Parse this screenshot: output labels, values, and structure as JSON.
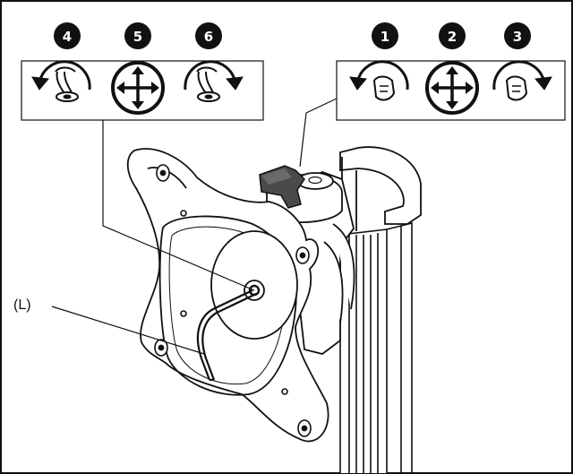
{
  "figure": {
    "callout_label": "(L)",
    "steps_left": [
      {
        "number": "4",
        "icon": "rotate-ccw-loosen-icon"
      },
      {
        "number": "5",
        "icon": "move-arrows-icon"
      },
      {
        "number": "6",
        "icon": "rotate-cw-tighten-icon"
      }
    ],
    "steps_right": [
      {
        "number": "1",
        "icon": "rotate-ccw-hand-icon"
      },
      {
        "number": "2",
        "icon": "move-arrows-icon"
      },
      {
        "number": "3",
        "icon": "rotate-cw-hand-icon"
      }
    ],
    "colors": {
      "line": "#111111",
      "knob": "#444444",
      "fill": "#ffffff"
    }
  }
}
